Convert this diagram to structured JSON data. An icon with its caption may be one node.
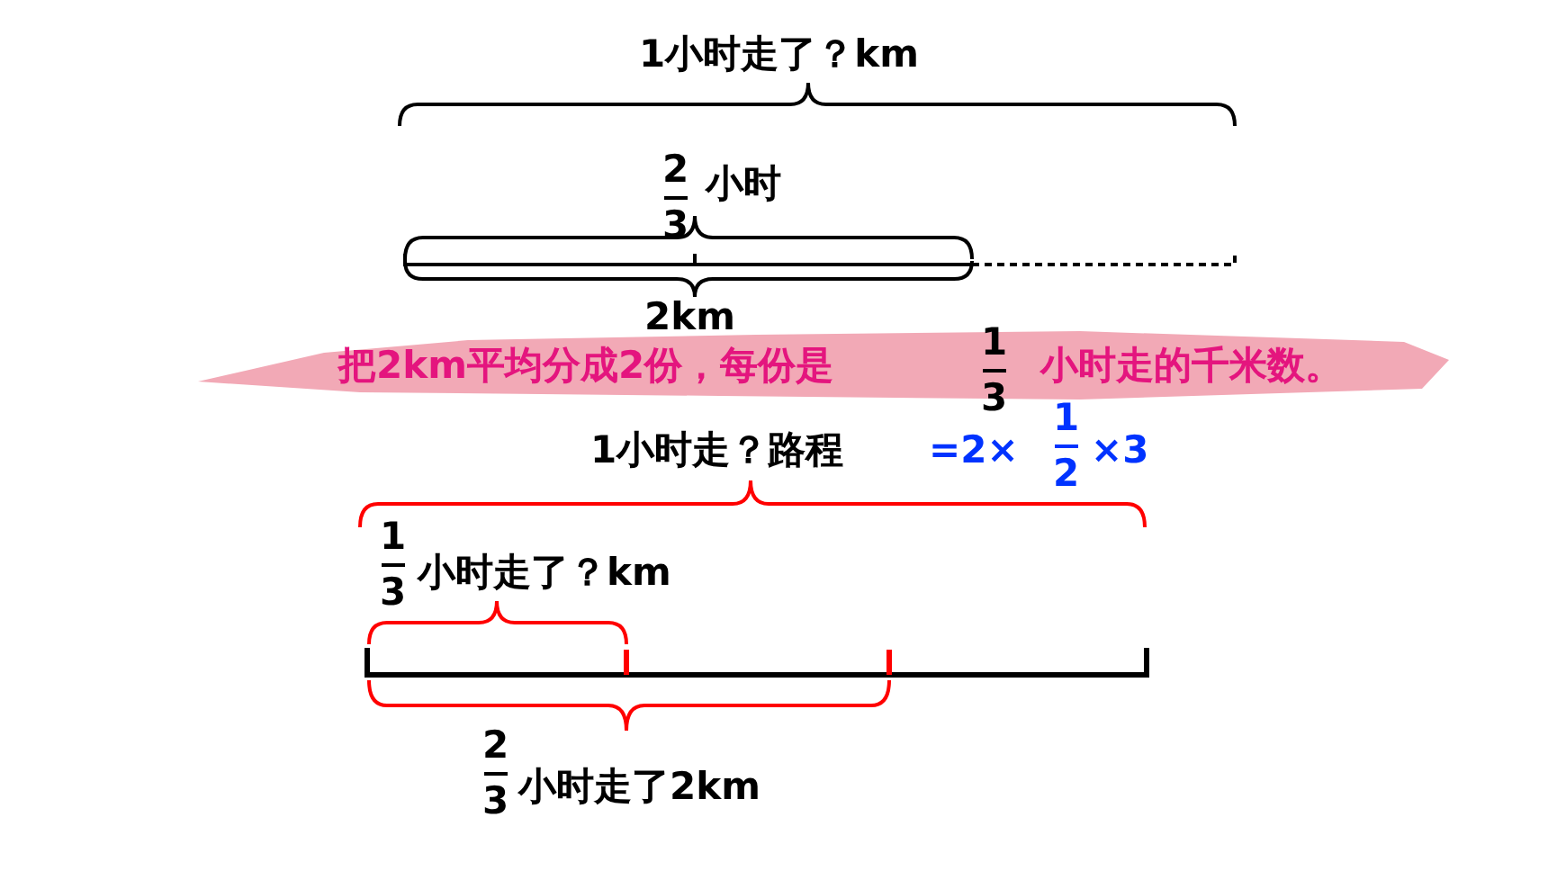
{
  "diagram": {
    "labels": [
      "1小时走了？km",
      "2",
      "3",
      "小时",
      "2km",
      "把2km平均分成2份，每份是",
      "1",
      "3",
      "小时走的千米数。",
      "1小时走？路程",
      "=2×",
      "1",
      "2",
      "×3",
      "1",
      "3",
      "小时走了？km",
      "2",
      "3",
      "小时走了2km"
    ]
  }
}
